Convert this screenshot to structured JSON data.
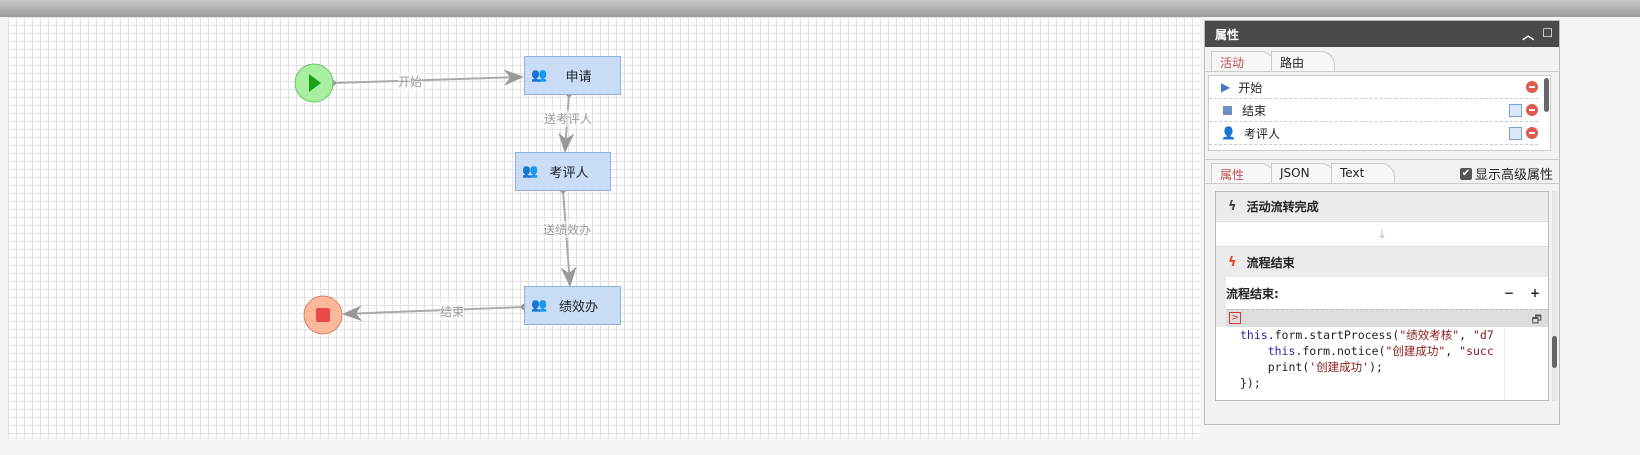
{
  "flow": {
    "nodes": [
      {
        "label": "申请"
      },
      {
        "label": "考评人"
      },
      {
        "label": "绩效办"
      }
    ],
    "edges": [
      {
        "label": "开始"
      },
      {
        "label": "送考评人"
      },
      {
        "label": "送绩效办"
      },
      {
        "label": "结束"
      }
    ]
  },
  "panel": {
    "title": "属性",
    "top_tabs": [
      "活动",
      "路由"
    ],
    "activities": [
      {
        "label": "开始"
      },
      {
        "label": "结束"
      },
      {
        "label": "考评人"
      }
    ],
    "bottom_tabs": [
      "属性",
      "JSON",
      "Text"
    ],
    "advanced_label": "显示高级属性",
    "advanced_checked": true,
    "sections": {
      "activity_done": "活动流转完成",
      "flow_end": "流程结束",
      "flow_end_field": "流程结束:"
    },
    "code": {
      "l1a": "this",
      ".l1b": "",
      "l1b": ".form.startProcess(",
      "l1c": "\"绩效考核\"",
      "l1d": ", ",
      "l1e": "\"d7",
      "l2a": "this",
      "l2b": ".form.notice(",
      "l2c": "\"创建成功\"",
      "l2d": ", ",
      "l2e": "\"succ",
      "l3a": "print(",
      "l3b": "'创建成功'",
      "l3c": ");",
      "l4": "});"
    }
  }
}
